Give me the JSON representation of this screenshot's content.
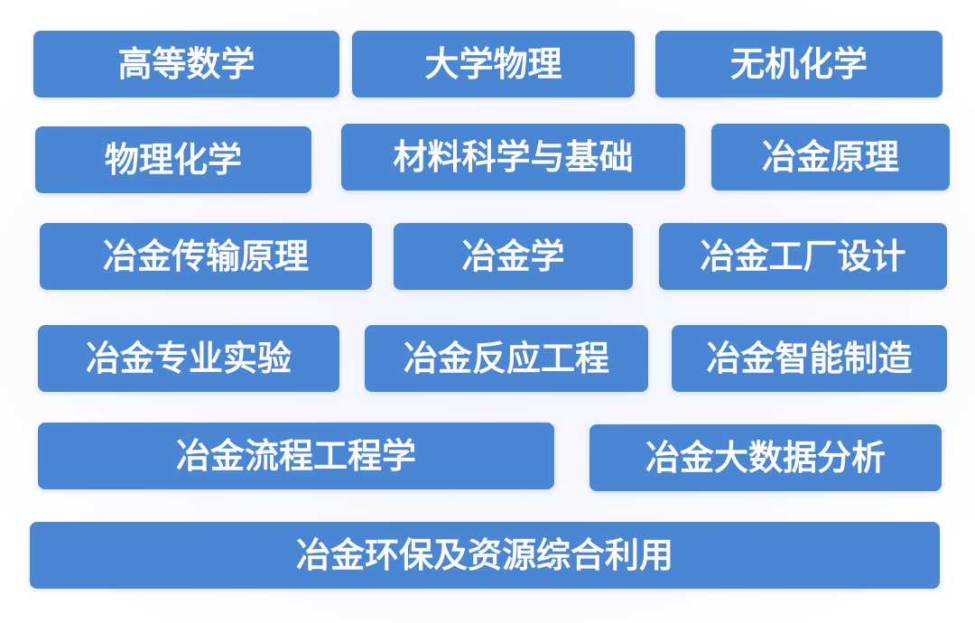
{
  "colors": {
    "box_fill": "#4a86d4",
    "box_text": "#ffffff",
    "background": "#f5f6fd"
  },
  "rows": [
    [
      "高等数学",
      "大学物理",
      "无机化学"
    ],
    [
      "物理化学",
      "材料科学与基础",
      "冶金原理"
    ],
    [
      "冶金传输原理",
      "冶金学",
      "冶金工厂设计"
    ],
    [
      "冶金专业实验",
      "冶金反应工程",
      "冶金智能制造"
    ],
    [
      "冶金流程工程学",
      "冶金大数据分析"
    ],
    [
      "冶金环保及资源综合利用"
    ]
  ]
}
